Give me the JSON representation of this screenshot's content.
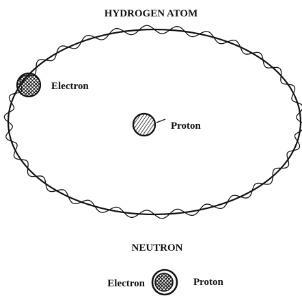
{
  "diagram": {
    "title": "HYDROGEN ATOM",
    "atom": {
      "electron_label": "Electron",
      "proton_label": "Proton"
    },
    "neutron": {
      "title": "NEUTRON",
      "electron_label": "Electron",
      "proton_label": "Proton"
    }
  },
  "colors": {
    "ink": "#111111",
    "background": "#ffffff"
  }
}
